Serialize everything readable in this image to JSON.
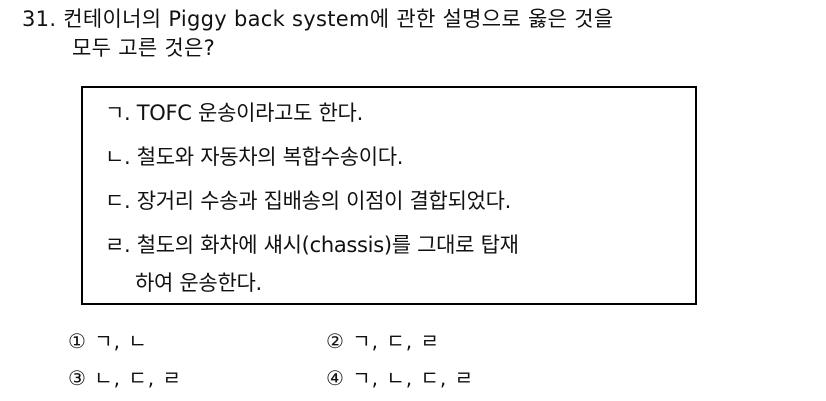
{
  "question": {
    "number": "31.",
    "line1": "31. 컨테이너의 Piggy back system에 관한 설명으로 옳은 것을",
    "line2": "모두 고른 것은?"
  },
  "box": {
    "items": [
      "ㄱ. TOFC 운송이라고도 한다.",
      "ㄴ. 철도와 자동차의 복합수송이다.",
      "ㄷ. 장거리 수송과 집배송의 이점이 결합되었다.",
      "ㄹ. 철도의 화차에 섀시(chassis)를 그대로 탑재",
      "하여 운송한다."
    ]
  },
  "choices": [
    "① ㄱ, ㄴ",
    "② ㄱ, ㄷ, ㄹ",
    "③ ㄴ, ㄷ, ㄹ",
    "④ ㄱ, ㄴ, ㄷ, ㄹ"
  ]
}
